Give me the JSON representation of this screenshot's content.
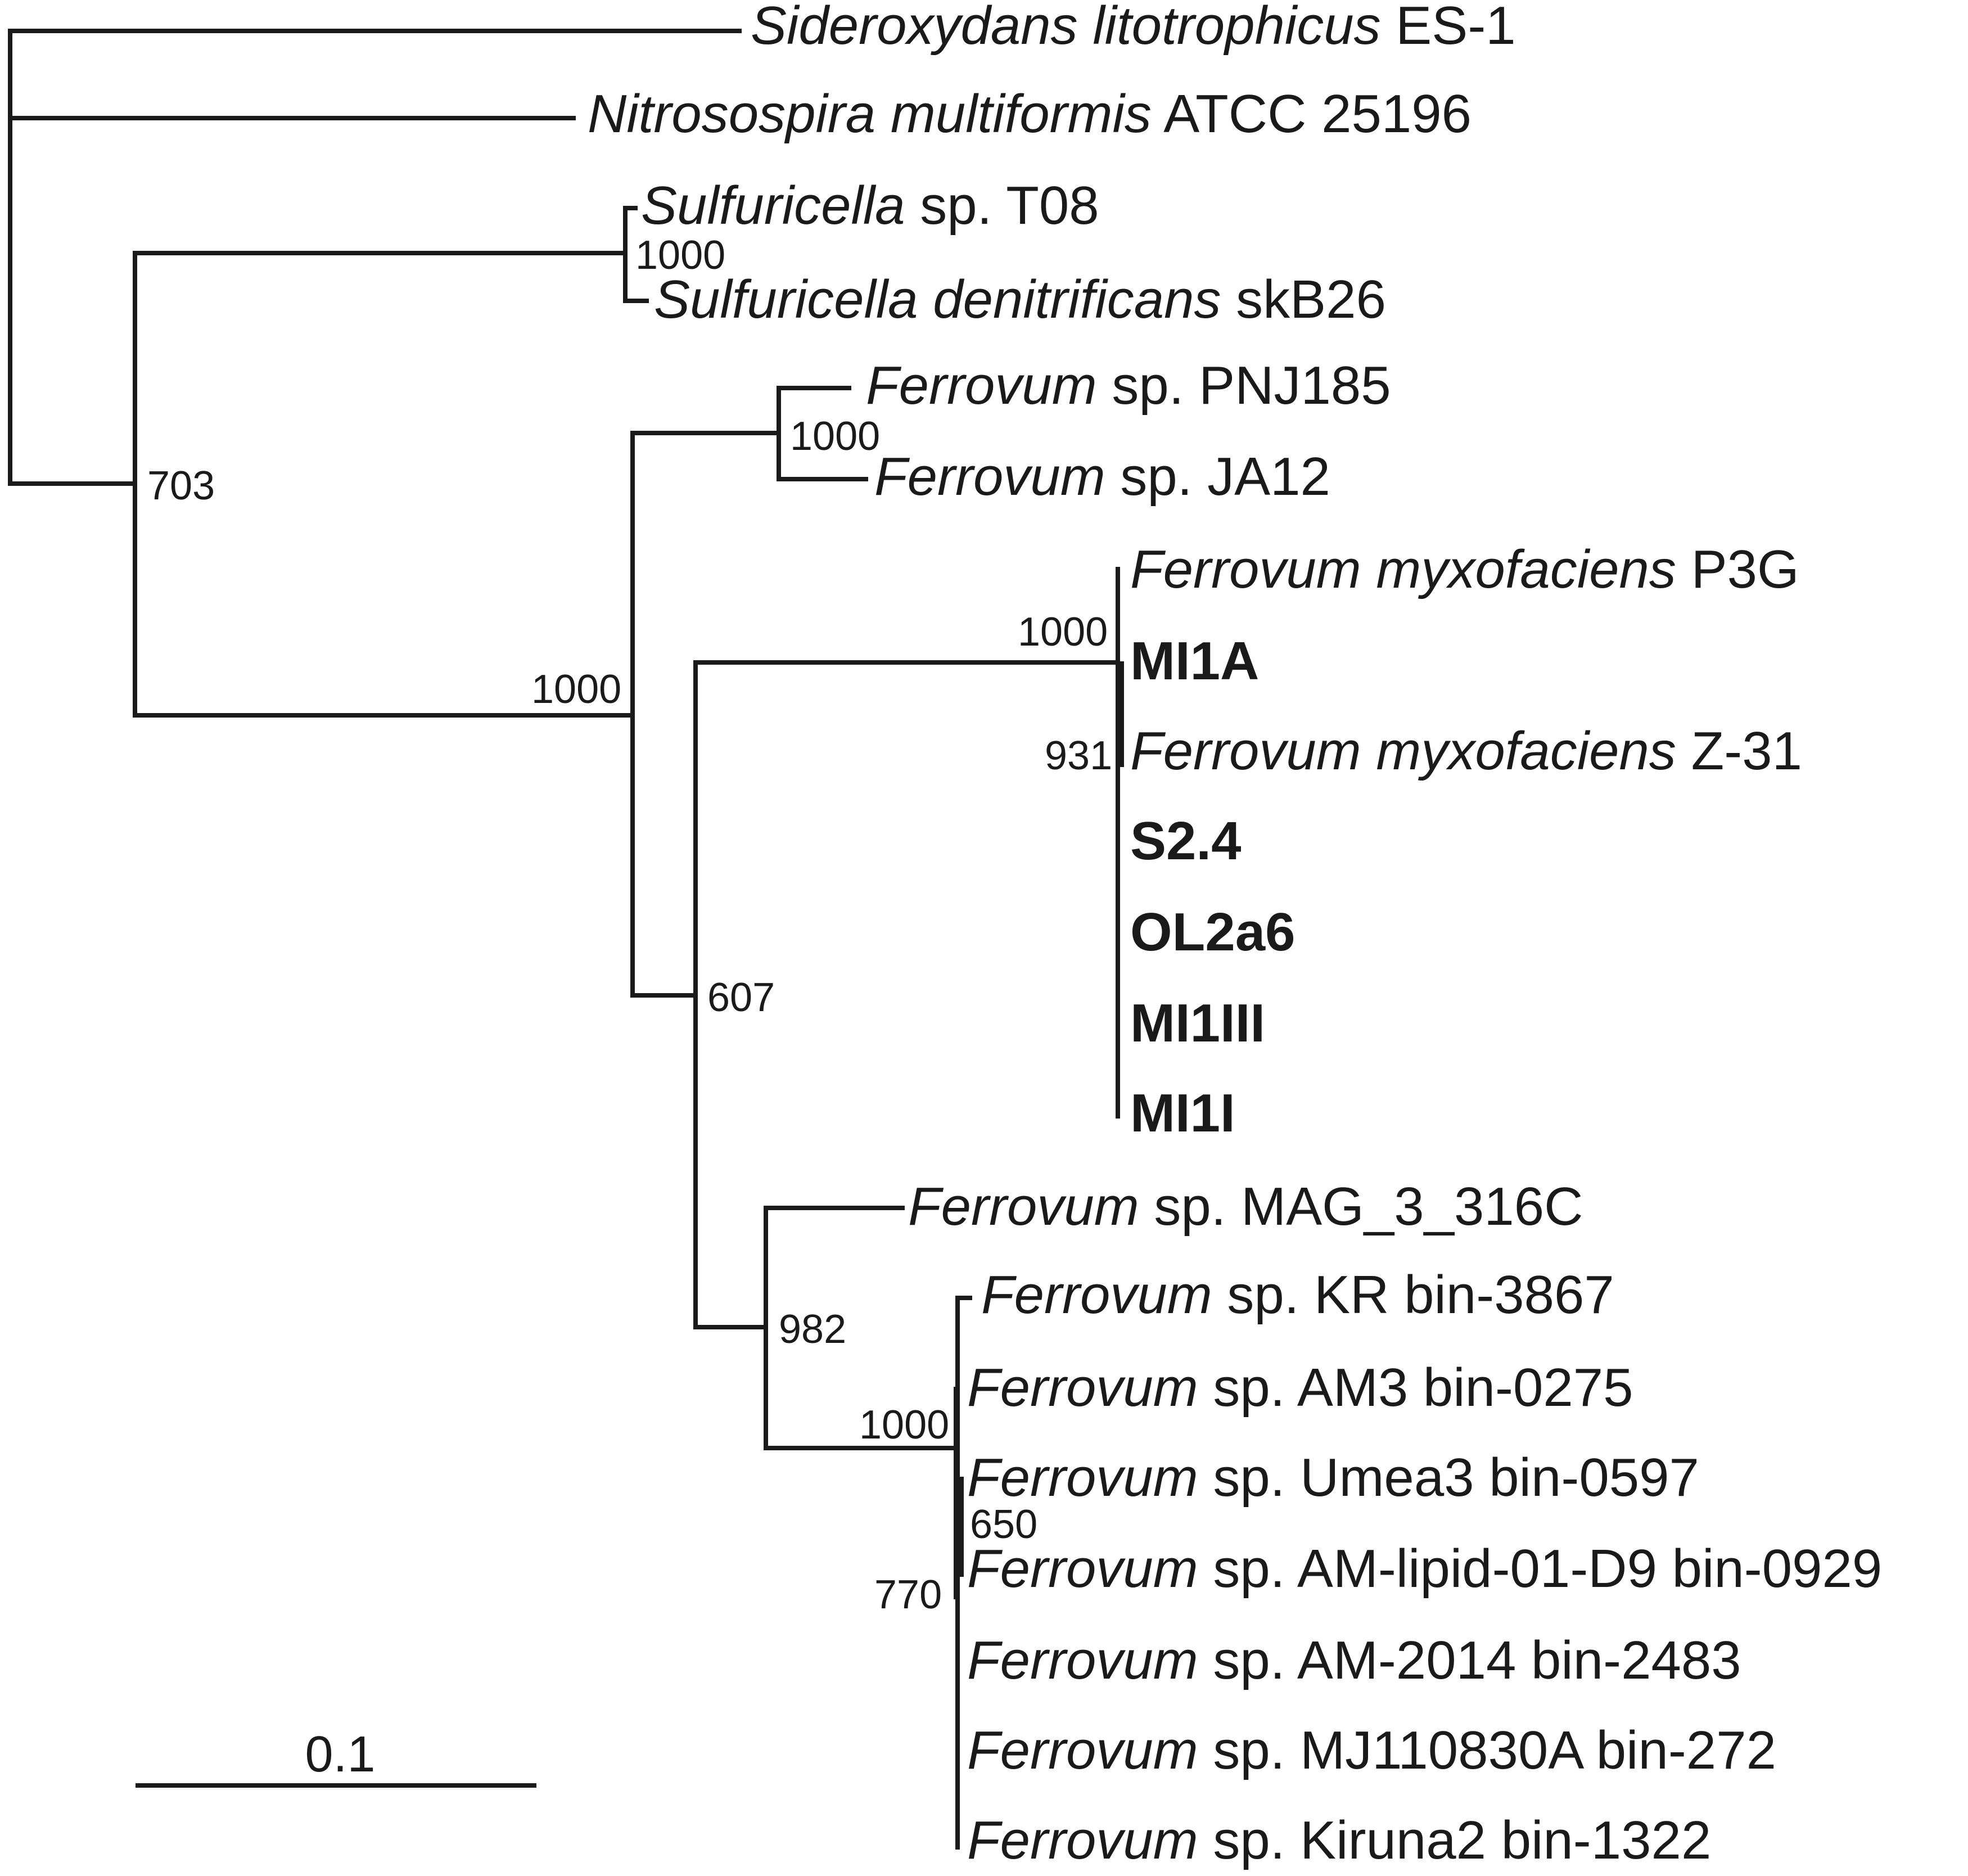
{
  "tree": {
    "scale_bar_label": "0.1",
    "taxa": [
      {
        "genus": "Sideroxydans litotrophicus",
        "rest": "ES-1",
        "bold": false
      },
      {
        "genus": "Nitrosospira multiformis",
        "rest": "ATCC 25196",
        "bold": false
      },
      {
        "genus": "Sulfuricella",
        "rest": "sp. T08",
        "bold": false
      },
      {
        "genus": "Sulfuricella denitrificans",
        "rest": "skB26",
        "bold": false
      },
      {
        "genus": "Ferrovum",
        "rest": "sp. PNJ185",
        "bold": false
      },
      {
        "genus": "Ferrovum",
        "rest": "sp. JA12",
        "bold": false
      },
      {
        "genus": "Ferrovum myxofaciens",
        "rest": "P3G",
        "bold": false
      },
      {
        "genus": "",
        "rest": "MI1A",
        "bold": true
      },
      {
        "genus": "Ferrovum myxofaciens",
        "rest": "Z-31",
        "bold": false
      },
      {
        "genus": "",
        "rest": "S2.4",
        "bold": true
      },
      {
        "genus": "",
        "rest": "OL2a6",
        "bold": true
      },
      {
        "genus": "",
        "rest": "MI1III",
        "bold": true
      },
      {
        "genus": "",
        "rest": "MI1I",
        "bold": true
      },
      {
        "genus": "Ferrovum",
        "rest": "sp. MAG_3_316C",
        "bold": false
      },
      {
        "genus": "Ferrovum",
        "rest": "sp. KR bin-3867",
        "bold": false
      },
      {
        "genus": "Ferrovum",
        "rest": "sp. AM3 bin-0275",
        "bold": false
      },
      {
        "genus": "Ferrovum",
        "rest": "sp. Umea3 bin-0597",
        "bold": false
      },
      {
        "genus": "Ferrovum",
        "rest": "sp. AM-lipid-01-D9 bin-0929",
        "bold": false
      },
      {
        "genus": "Ferrovum",
        "rest": "sp. AM-2014 bin-2483",
        "bold": false
      },
      {
        "genus": "Ferrovum",
        "rest": "sp. MJ110830A bin-272",
        "bold": false
      },
      {
        "genus": "Ferrovum",
        "rest": "sp. Kiruna2 bin-1322",
        "bold": false
      }
    ],
    "support_values": [
      "1000",
      "703",
      "1000",
      "1000",
      "1000",
      "931",
      "607",
      "982",
      "1000",
      "650",
      "770"
    ]
  }
}
